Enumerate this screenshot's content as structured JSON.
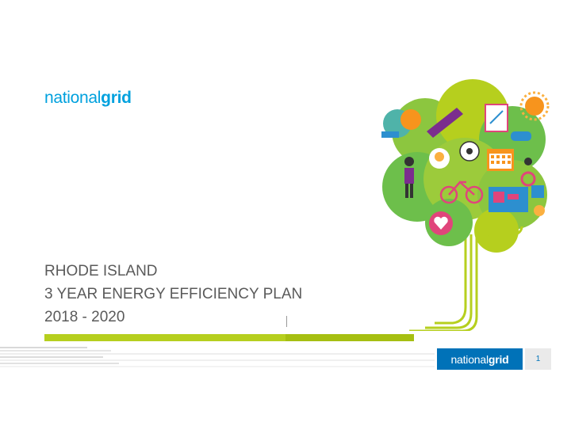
{
  "brand": {
    "name_light": "national",
    "name_bold": "grid",
    "color": "#00a1de",
    "footer_color": "#0072b8"
  },
  "title": {
    "line1": "RHODE ISLAND",
    "line2": "3 YEAR ENERGY EFFICIENCY PLAN",
    "line3": "2018 - 2020"
  },
  "footer": {
    "page_number": "1"
  },
  "illustration": {
    "icons": [
      "brain-icon",
      "slide-icon",
      "clipboard-icon",
      "sun-icon",
      "car-icon",
      "soccer-ball-icon",
      "lightbulb-icon",
      "calendar-icon",
      "wheelchair-icon",
      "person-icon",
      "bicycle-icon",
      "laptop-icon",
      "heart-icon",
      "calculator-icon"
    ],
    "accent": "#b6cf1e"
  }
}
